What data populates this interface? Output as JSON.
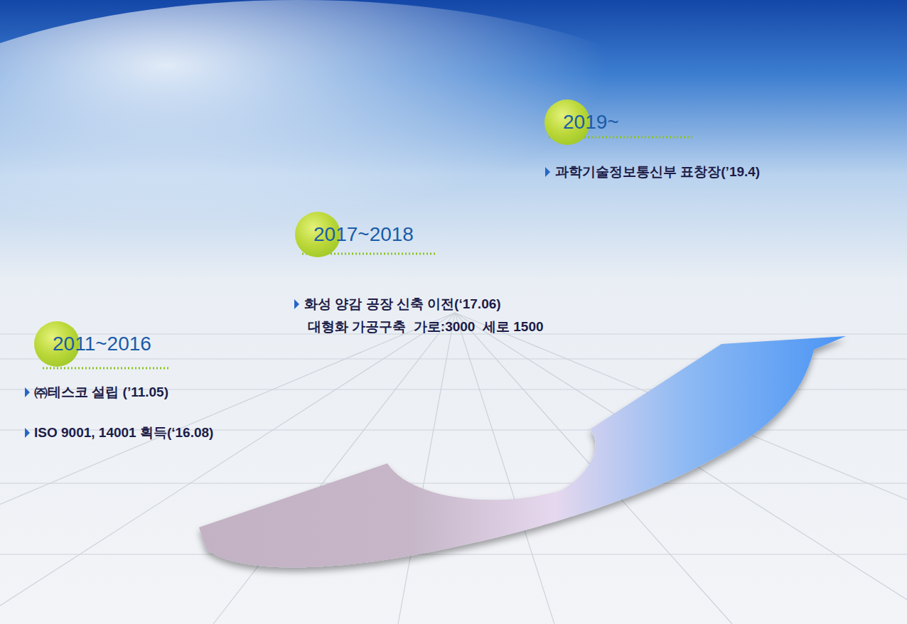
{
  "diagram": {
    "nodes": [
      {
        "text": [
          "2011~2016"
        ]
      },
      {
        "text": [
          "2017~2018"
        ]
      },
      {
        "text": [
          "2019~"
        ]
      }
    ],
    "labels": [
      "㈜테스코 설립 (’11.05)",
      "ISO 9001, 14001 획득(‘16.08)",
      "화성 양감 공장 신축 이전(‘17.06)",
      "대형화 가공구축  가로:3000  세로 1500",
      "과학기술정보통신부 표창장(’19.4)"
    ]
  }
}
